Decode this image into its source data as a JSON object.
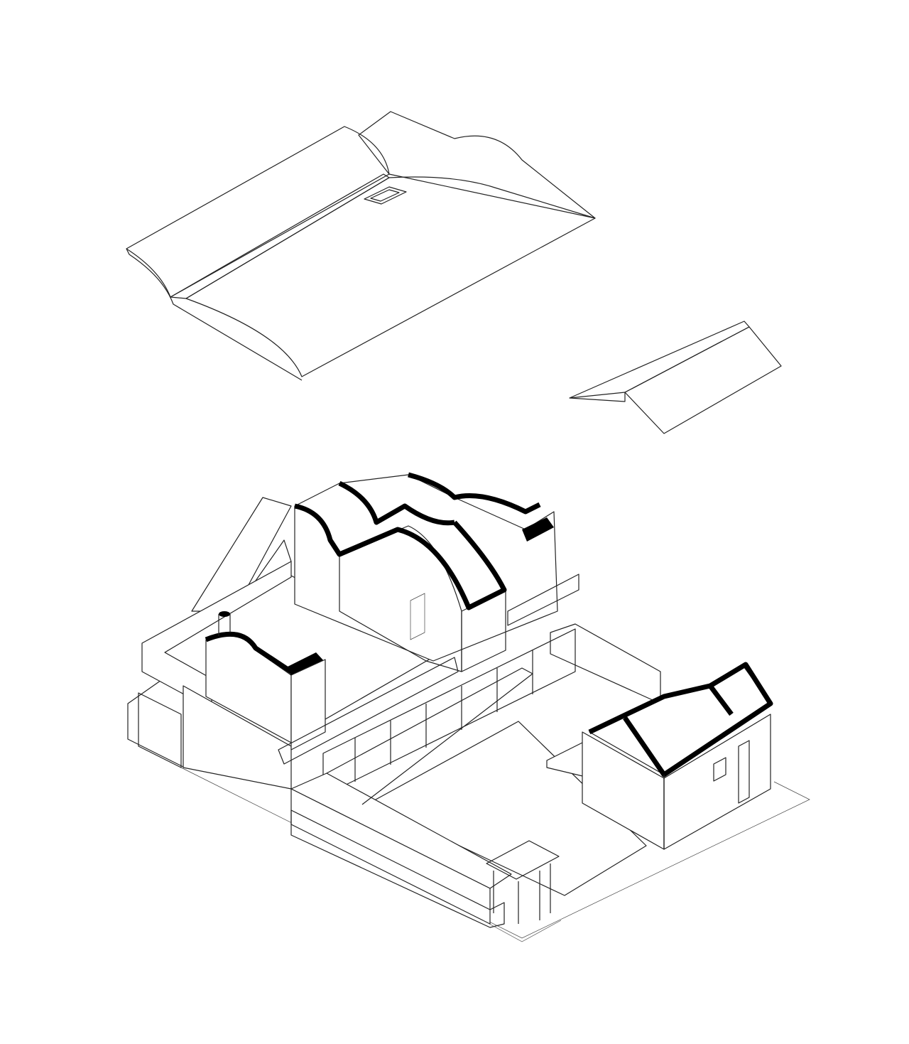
{
  "drawing": {
    "type": "exploded axonometric",
    "colors": {
      "line": "#222222",
      "section_fill": "#000000",
      "background": "#ffffff"
    },
    "components": [
      "main-roof",
      "annex-roof",
      "courtyard-house",
      "guest-pavilion",
      "entrance-gate",
      "courtyard"
    ]
  }
}
